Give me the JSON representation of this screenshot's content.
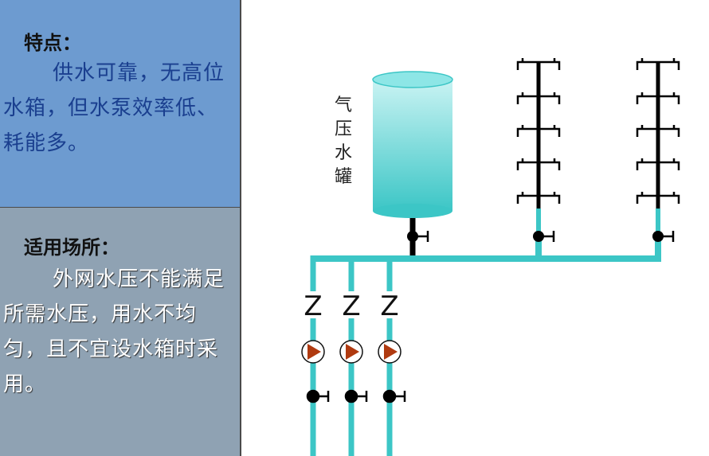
{
  "features": {
    "heading": "特点：",
    "text": "供水可靠，无高位水箱，但水泵效率低、耗能多。"
  },
  "application": {
    "heading": "适用场所：",
    "text": "外网水压不能满足所需水压，用水不均匀，且不宜设水箱时采用。"
  },
  "tank_label": [
    "气",
    "压",
    "水",
    "罐"
  ],
  "colors": {
    "pipe": "#3cc6c6",
    "riser": "#000000",
    "pump_fill": "#b03a10",
    "tank_top": "#8de6e6",
    "tank_bottom": "#3cc6c6"
  }
}
